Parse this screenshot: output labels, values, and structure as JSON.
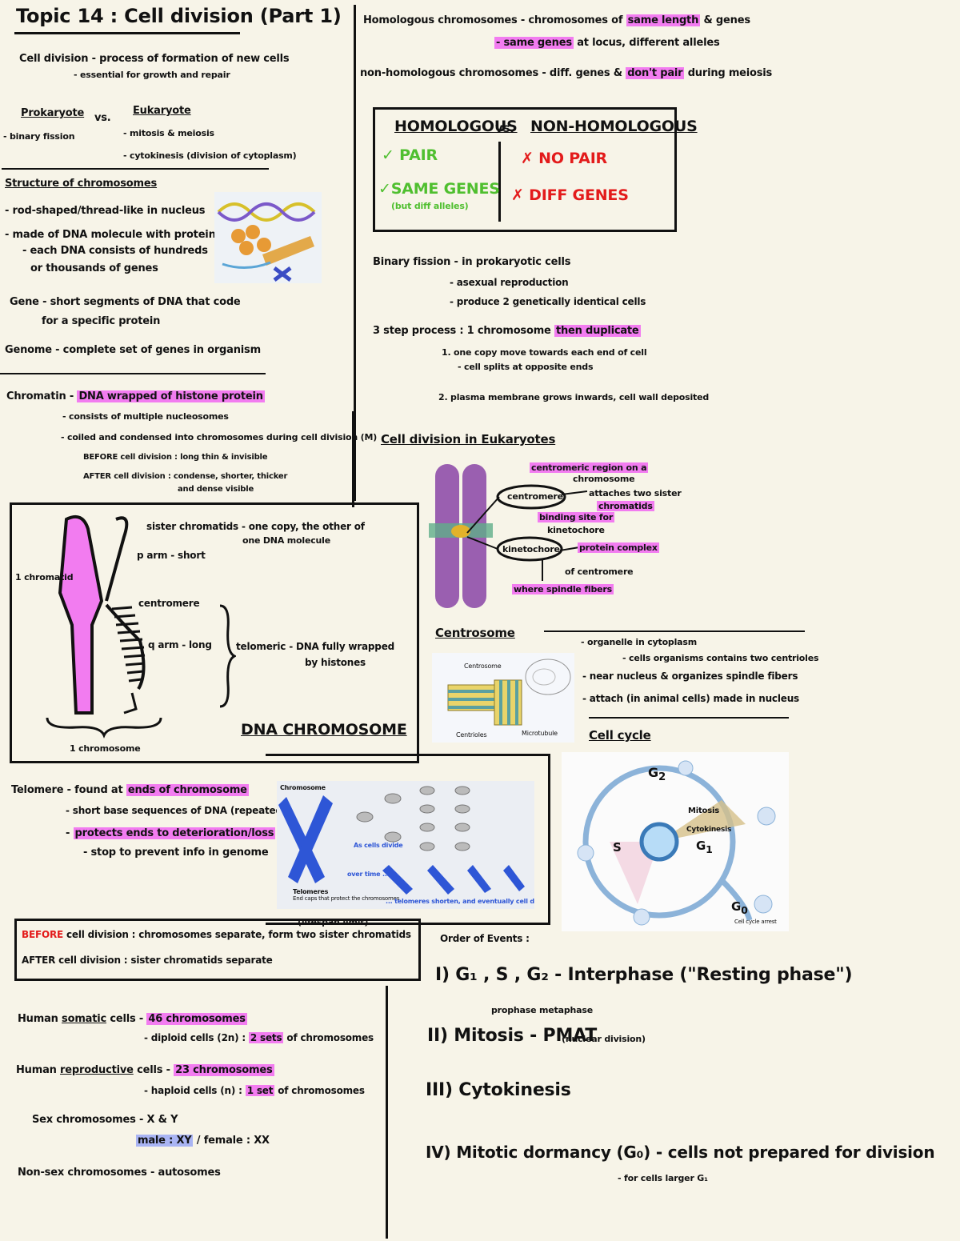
{
  "title": "Topic 14 : Cell division (Part 1)",
  "left_top": {
    "cell_division_1": "Cell division - process of formation of new cells",
    "cell_division_2": "- essential for growth and repair",
    "prokaryote": "Prokaryote",
    "vs": "vs.",
    "eukaryote": "Eukaryote",
    "pro_item": "- binary fission",
    "euk_item1": "- mitosis & meiosis",
    "euk_item2": "- cytokinesis (division of cytoplasm)"
  },
  "structure": {
    "heading": "Structure of chromosomes",
    "l1": "- rod-shaped/thread-like in nucleus",
    "l2": "- made of DNA molecule with protein",
    "l3": "- each DNA consists of hundreds",
    "l4": "or thousands of genes",
    "gene1": "Gene - short segments of DNA that code",
    "gene2": "for a specific protein",
    "genome": "Genome - complete set of genes in organism"
  },
  "chromatin": {
    "label": "Chromatin -",
    "hl": "DNA wrapped of histone protein",
    "l1": "- consists of multiple nucleosomes",
    "l2": "- coiled and condensed into chromosomes during cell division (M)",
    "l3": "BEFORE cell division : long thin & invisible",
    "l4": "AFTER cell division : condense, shorter, thicker",
    "l5": "and dense visible"
  },
  "dna_box": {
    "sister": "sister chromatids - one copy, the other of",
    "sister2": "one DNA molecule",
    "p_arm": "p arm - short",
    "chromatid": "1 chromatid",
    "centromere": "centromere",
    "q_arm": "q arm - long",
    "telomeric": "telomeric - DNA fully wrapped",
    "telomeric2": "by histones",
    "title": "DNA CHROMOSOME",
    "chromosome": "1 chromosome"
  },
  "telomere": {
    "l1": "Telomere - found at",
    "hl1": "ends of chromosome",
    "l2": "- short base sequences of DNA (repeated)",
    "hl2": "protects ends to deterioration/loss",
    "l3": "- stop to prevent info in genome",
    "caption_chromosome": "Chromosome",
    "caption_cells_divide": "As cells divide",
    "caption_over_time": "over time ...",
    "caption_telomeres": "Telomeres",
    "caption_end_caps": "End caps that protect the chromosomes",
    "caption_bottom": "... telomeres shorten, and eventually cell division stops.",
    "caption_lifespan": "(lifespan limit)"
  },
  "box_before_after": {
    "before_hl": "BEFORE",
    "before": "cell division : chromosomes separate, form two sister chromatids",
    "after": "AFTER cell division : sister chromatids separate"
  },
  "cells": {
    "somatic_1": "Human",
    "somatic_u": "somatic",
    "somatic_2": "cells -",
    "somatic_hl": "46 chromosomes",
    "somatic_sub1": "- diploid cells (2n) :",
    "somatic_sub_hl": "2 sets",
    "somatic_sub2": "of chromosomes",
    "repro_1": "Human",
    "repro_u": "reproductive",
    "repro_2": "cells -",
    "repro_hl": "23 chromosomes",
    "repro_sub1": "- haploid cells (n) :",
    "repro_sub_hl": "1 set",
    "repro_sub2": "of chromosomes",
    "sex": "Sex chromosomes - X & Y",
    "male": "male : XY",
    "female": "female : XX",
    "nonsex": "Non-sex chromosomes - autosomes"
  },
  "right_top": {
    "homologous1": "Homologous chromosomes - chromosomes of",
    "homologous_hl": "same length",
    "homologous1b": "& genes",
    "homologous_hl2": "- same genes",
    "homologous2": "at locus, different alleles",
    "nonhom": "non-homologous chromosomes - diff. genes &",
    "nonhom_hl": "don't pair",
    "nonhom2": "during meiosis"
  },
  "hom_box": {
    "hom": "HOMOLOGOUS",
    "vs": "vs.",
    "nonhom": "NON-HOMOLOGOUS",
    "pair": "✓ PAIR",
    "same_genes": "✓SAME GENES",
    "diff_alleles": "(but diff alleles)",
    "no_pair": "✗  NO PAIR",
    "diff_genes": "✗ DIFF GENES"
  },
  "binary": {
    "l1": "Binary fission - in prokaryotic cells",
    "l2": "- asexual reproduction",
    "l3": "- produce 2 genetically identical cells",
    "steps": "3 step process : 1 chromosome",
    "steps_hl": "then duplicate",
    "s1": "1. one copy move towards each end of cell",
    "s1b": "- cell splits at opposite ends",
    "s2": "2. plasma membrane grows inwards, cell wall deposited"
  },
  "euk_div": {
    "heading": "Cell division in Eukaryotes",
    "centromeric": "centromeric region on a",
    "centromeric2": "chromosome",
    "attach": "attaches two sister",
    "attach2": "chromatids",
    "cen_label": "centromere",
    "binding": "binding site for",
    "binding2": "kinetochore",
    "kin_label": "kinetochore",
    "protein": "protein complex",
    "of_cent": "of centromere",
    "spindle": "where spindle fibers"
  },
  "centrosome": {
    "heading": "Centrosome",
    "l1": "- organelle in cytoplasm",
    "l2": "- near nucleus & organizes spindle fibers",
    "l3": "- cells organisms contains two centrioles",
    "l4": "- attach (in animal cells) made in nucleus",
    "img_title": "Centrosome",
    "img_centrioles": "Centrioles",
    "img_microtubule": "Microtubule"
  },
  "cell_cycle": {
    "heading": "Cell cycle",
    "g2": "G",
    "g2_sub": "2",
    "s": "S",
    "g1": "G",
    "g1_sub": "1",
    "g0": "G",
    "g0_sub": "0",
    "mitosis": "Mitosis",
    "cytokinesis": "Cytokinesis",
    "g0_desc": "Cell cycle arrest",
    "order": "Order of Events :",
    "i": "I) G₁ , S , G₂  - Interphase (\"Resting phase\")",
    "ii_top": "prophase  metaphase",
    "ii": "II) Mitosis - PMAT",
    "ii_sub": "(nuclear division)",
    "iii": "III) Cytokinesis",
    "iv": "IV) Mitotic dormancy (G₀) - cells not prepared for division",
    "iv_sub": "- for cells larger G₁"
  }
}
